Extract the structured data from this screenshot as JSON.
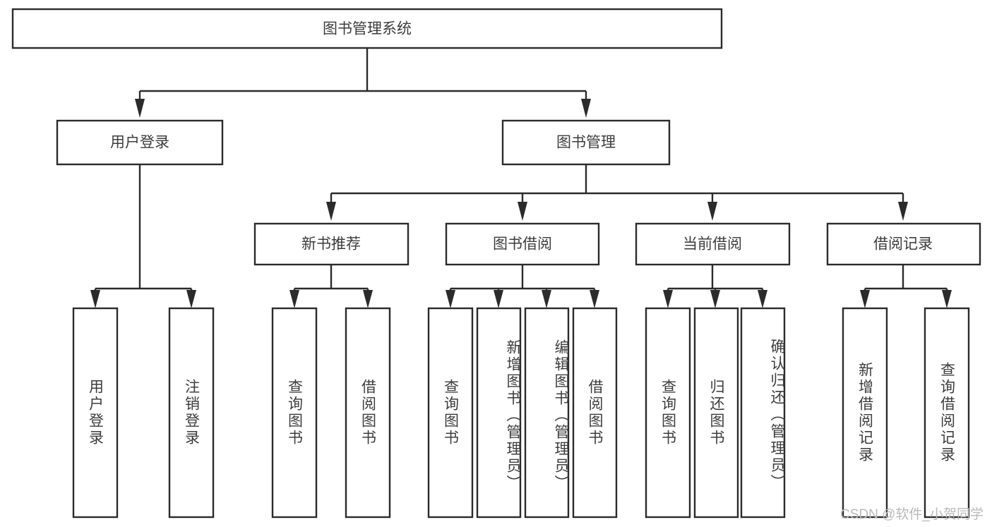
{
  "diagram": {
    "title": "图书管理系统",
    "type": "tree-hierarchy-diagram",
    "watermark": "CSDN @软件_小贺同学",
    "colors": {
      "box_stroke": "#2b2b2b",
      "box_fill": "#ffffff",
      "text": "#3c3c3c",
      "connector": "#2b2b2b",
      "background": "#ffffff",
      "watermark": "#b9b9b9"
    },
    "root": {
      "label": "图书管理系统"
    },
    "level2": [
      {
        "label": "用户登录"
      },
      {
        "label": "图书管理"
      }
    ],
    "level3": [
      {
        "label": "新书推荐"
      },
      {
        "label": "图书借阅"
      },
      {
        "label": "当前借阅"
      },
      {
        "label": "借阅记录"
      }
    ],
    "leaves": {
      "user_login": [
        {
          "label": "用户登录"
        },
        {
          "label": "注销登录"
        }
      ],
      "new_book_recommend": [
        {
          "label": "查询图书"
        },
        {
          "label": "借阅图书"
        }
      ],
      "book_borrow": [
        {
          "label": "查询图书"
        },
        {
          "label": "新增图书（管理员）"
        },
        {
          "label": "编辑图书（管理员）"
        },
        {
          "label": "借阅图书"
        }
      ],
      "current_borrow": [
        {
          "label": "查询图书"
        },
        {
          "label": "归还图书"
        },
        {
          "label": "确认归还（管理员）"
        }
      ],
      "borrow_record": [
        {
          "label": "新增借阅记录"
        },
        {
          "label": "查询借阅记录"
        }
      ]
    }
  }
}
